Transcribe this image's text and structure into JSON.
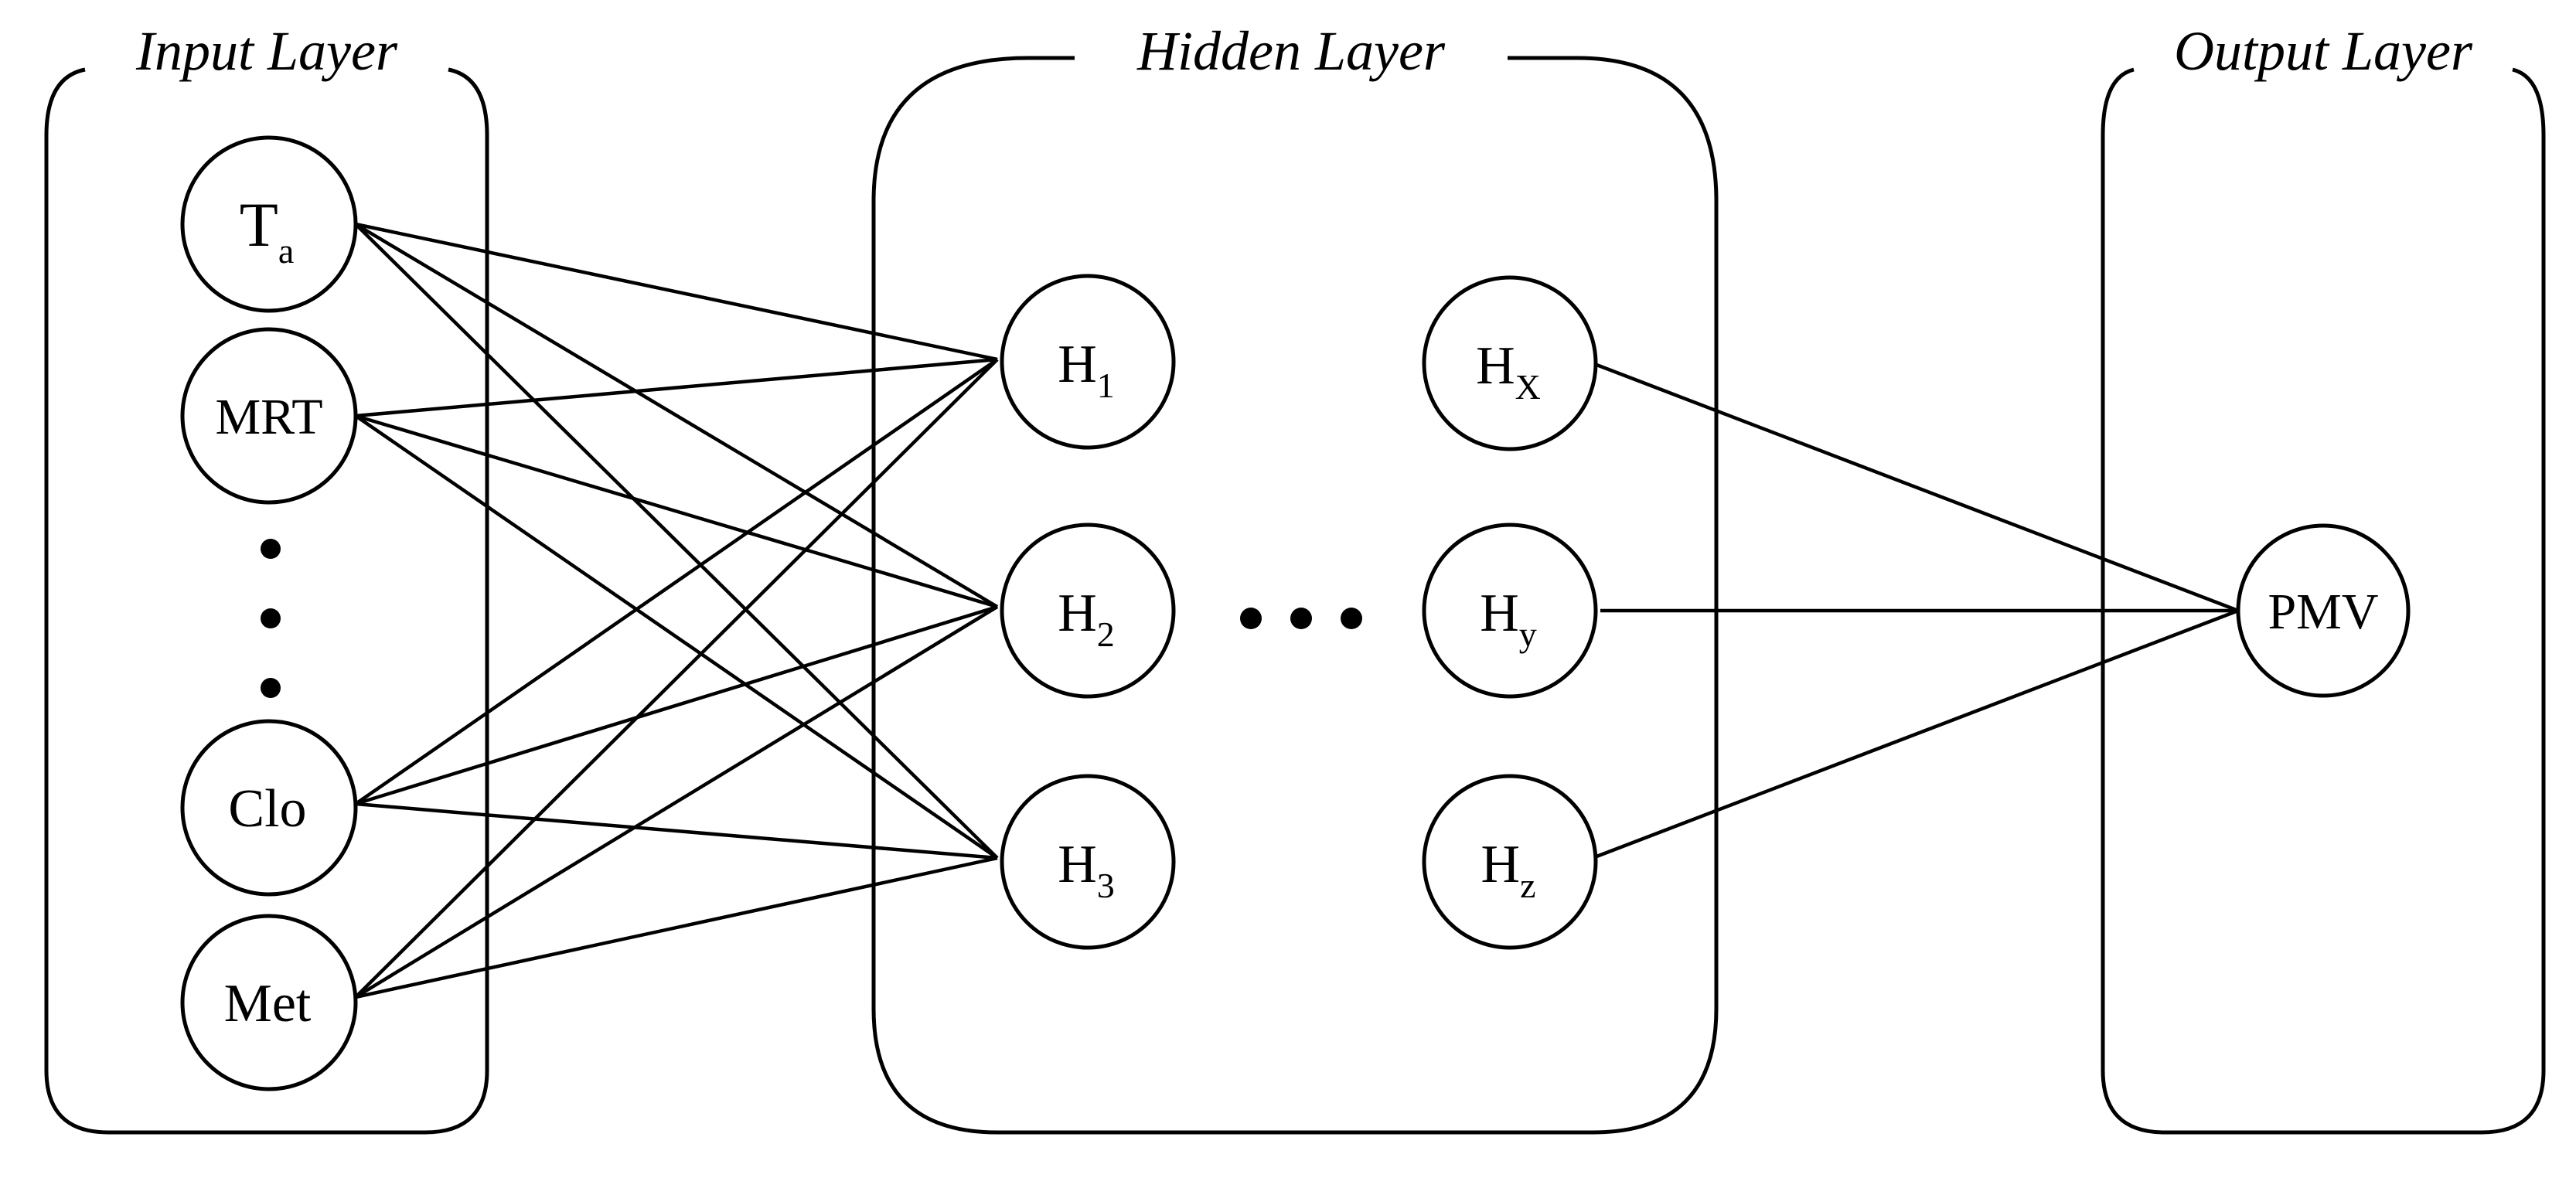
{
  "layers": {
    "input": {
      "title": "Input Layer"
    },
    "hidden": {
      "title": "Hidden Layer"
    },
    "output": {
      "title": "Output Layer"
    }
  },
  "nodes": {
    "ta": {
      "main": "T",
      "sub": "a"
    },
    "mrt": {
      "main": "MRT"
    },
    "clo": {
      "main": "Clo"
    },
    "met": {
      "main": "Met"
    },
    "h1": {
      "main": "H",
      "sub": "1"
    },
    "h2": {
      "main": "H",
      "sub": "2"
    },
    "h3": {
      "main": "H",
      "sub": "3"
    },
    "hx": {
      "main": "H",
      "sub": "X"
    },
    "hy": {
      "main": "H",
      "sub": "y"
    },
    "hz": {
      "main": "H",
      "sub": "z"
    },
    "pmv": {
      "main": "PMV"
    }
  }
}
